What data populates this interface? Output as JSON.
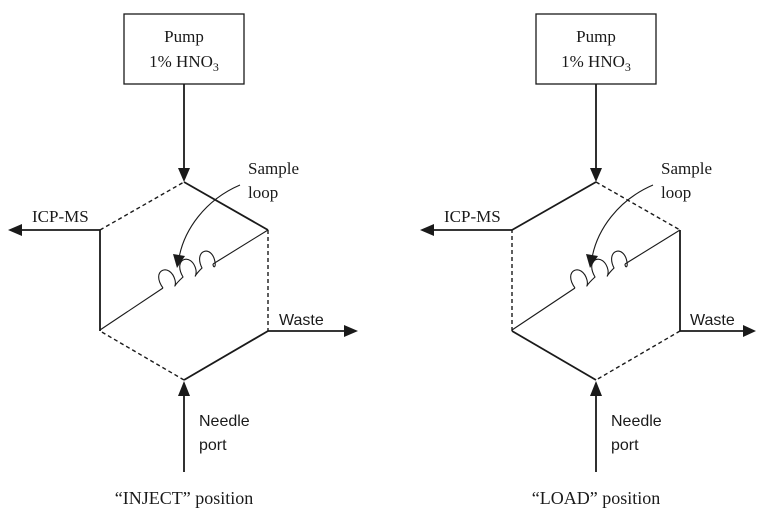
{
  "panels": [
    {
      "pump_label": "Pump",
      "reagent_prefix": "1% HNO",
      "reagent_subscript": "3",
      "sample_loop_line1": "Sample",
      "sample_loop_line2": "loop",
      "icp_label": "ICP-MS",
      "waste_label": "Waste",
      "needle_line1": "Needle",
      "needle_line2": "port",
      "caption": "“INJECT” position"
    },
    {
      "pump_label": "Pump",
      "reagent_prefix": "1% HNO",
      "reagent_subscript": "3",
      "sample_loop_line1": "Sample",
      "sample_loop_line2": "loop",
      "icp_label": "ICP-MS",
      "waste_label": "Waste",
      "needle_line1": "Needle",
      "needle_line2": "port",
      "caption": "“LOAD” position"
    }
  ]
}
